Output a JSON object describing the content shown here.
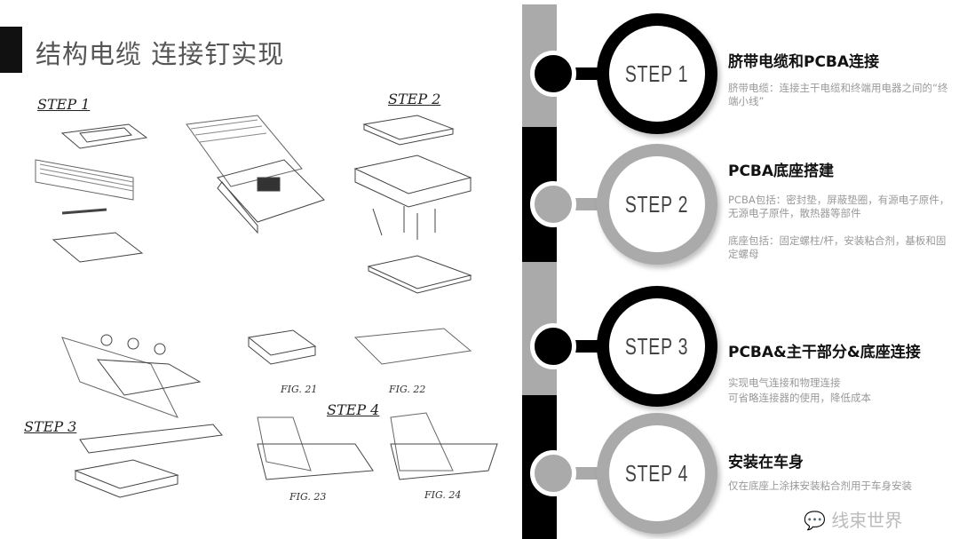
{
  "title": "结构电缆 连接钉实现",
  "left": {
    "step_labels": [
      "STEP 1",
      "STEP 2",
      "STEP 3",
      "STEP 4"
    ],
    "figures": [
      "FIG. 21",
      "FIG. 22",
      "FIG. 23",
      "FIG. 24"
    ]
  },
  "steps": [
    {
      "badge": "STEP 1",
      "heading": "脐带电缆和PCBA连接",
      "desc": [
        "脐带电缆：连接主干电缆和终端用电器之间的“终端小线”"
      ]
    },
    {
      "badge": "STEP 2",
      "heading": "PCBA底座搭建",
      "desc": [
        "PCBA包括：密封垫，屏蔽垫圈，有源电子原件，无源电子原件，散热器等部件",
        "底座包括：固定螺柱/杆，安装粘合剂，基板和固定螺母"
      ]
    },
    {
      "badge": "STEP 3",
      "heading": "PCBA&主干部分&底座连接",
      "desc": [
        "实现电气连接和物理连接",
        "可省略连接器的使用，降低成本"
      ]
    },
    {
      "badge": "STEP 4",
      "heading": "安装在车身",
      "desc": [
        "仅在底座上涂抹安装粘合剂用于车身安装"
      ]
    }
  ],
  "watermark": "线束世界",
  "colors": {
    "black": "#000000",
    "gray": "#aaaaaa"
  }
}
